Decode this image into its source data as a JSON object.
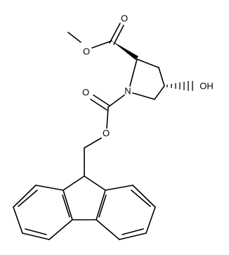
{
  "atom_labels": {
    "ester_carbonyl_o": "O",
    "ester_o": "O",
    "n": "N",
    "oh": "OH",
    "carbamate_carbonyl_o": "O",
    "carbamate_o": "O"
  },
  "colors": {
    "bond": "#000000",
    "background": "#ffffff"
  }
}
